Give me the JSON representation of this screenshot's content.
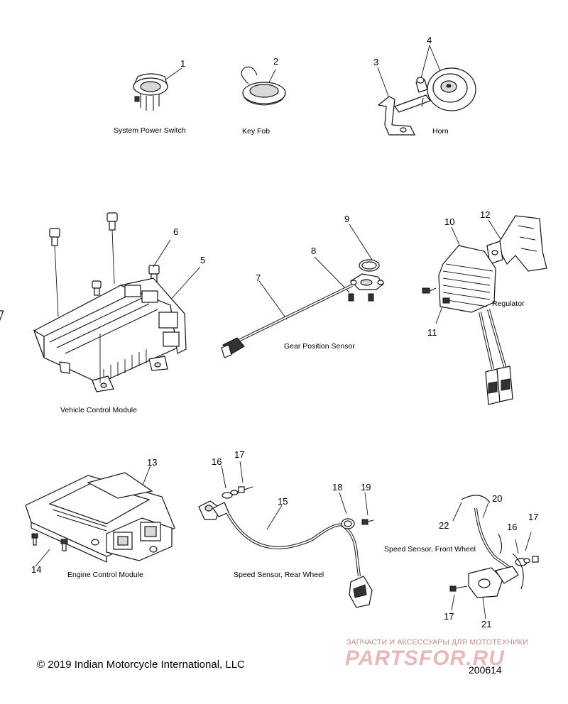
{
  "captions": {
    "system_power_switch": "System Power Switch",
    "key_fob": "Key Fob",
    "horn": "Horn",
    "vehicle_control_module": "Vehicle Control Module",
    "gear_position_sensor": "Gear Position Sensor",
    "regulator": "Regulator",
    "engine_control_module": "Engine Control Module",
    "speed_sensor_rear": "Speed Sensor, Rear Wheel",
    "speed_sensor_front": "Speed Sensor, Front Wheel"
  },
  "callouts": {
    "c1": "1",
    "c2": "2",
    "c3": "3",
    "c4": "4",
    "c5": "5",
    "c6": "6",
    "c7": "7",
    "c8": "8",
    "c9": "9",
    "c10": "10",
    "c11": "11",
    "c12": "12",
    "c13": "13",
    "c14": "14",
    "c15": "15",
    "c16a": "16",
    "c16b": "16",
    "c17a": "17",
    "c17b": "17",
    "c17c": "17",
    "c18": "18",
    "c19": "19",
    "c20": "20",
    "c21": "21",
    "c22": "22"
  },
  "footer": {
    "copyright": "© 2019 Indian Motorcycle International, LLC",
    "diagram_id": "200614"
  },
  "watermark": {
    "tagline": "ЗАПЧАСТИ И АКСЕССУАРЫ ДЛЯ МОТОТЕХНИКИ",
    "logo": "PARTSFOR.RU"
  }
}
